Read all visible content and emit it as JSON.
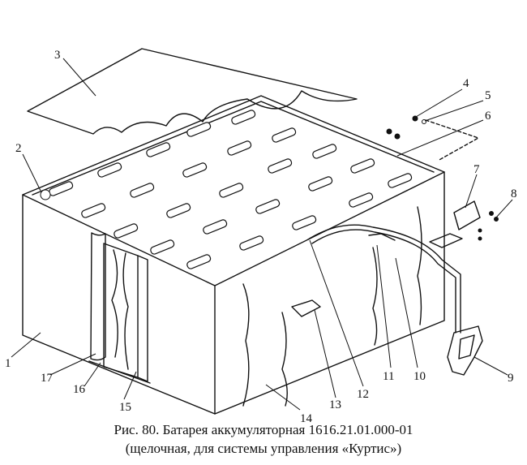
{
  "figure": {
    "caption_line1": "Рис. 80. Батарея аккумуляторная 1616.21.01.000-01",
    "caption_line2": "(щелочная, для системы управления «Куртис»)",
    "callouts": [
      "1",
      "2",
      "3",
      "4",
      "5",
      "6",
      "7",
      "8",
      "9",
      "10",
      "11",
      "12",
      "13",
      "14",
      "15",
      "16",
      "17"
    ]
  }
}
